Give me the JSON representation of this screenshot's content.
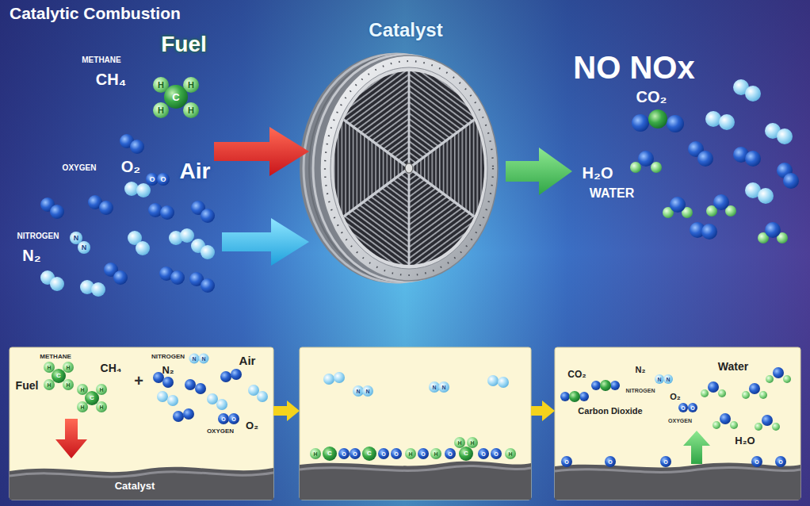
{
  "diagram": {
    "title": "Catalytic Combustion",
    "nodes": [
      {
        "text": [
          "Catalyst"
        ]
      },
      {
        "text": [
          "METHANE",
          "CH₄",
          "Fuel",
          "H",
          "H",
          "C",
          "H",
          "H",
          "H",
          "H",
          "C",
          "H",
          "H",
          "+",
          "NITROGEN",
          "N",
          "N",
          "N₂",
          "Air",
          "O",
          "O",
          "OXYGEN",
          "O₂",
          "Catalyst"
        ]
      },
      {
        "text": [
          "N",
          "N",
          "N",
          "N",
          "H",
          "H",
          "H",
          "C",
          "O",
          "O",
          "C",
          "O",
          "O",
          "H",
          "O",
          "H",
          "O",
          "C",
          "O",
          "O",
          "H"
        ]
      },
      {
        "text": [
          "CO₂",
          "N₂",
          "N",
          "N",
          "NITROGEN",
          "Water",
          "O₂",
          "O",
          "O",
          "Carbon Dioxide",
          "OXYGEN",
          "H₂O",
          "O",
          "O",
          "O",
          "O",
          "O"
        ]
      }
    ],
    "edges": [
      {
        "from": 1,
        "to": 2,
        "arrow": "to"
      },
      {
        "from": 2,
        "to": 3,
        "arrow": "to"
      }
    ],
    "labels": [
      "METHANE",
      "CH₄",
      "Fuel",
      "H",
      "H",
      "C",
      "H",
      "H",
      "OXYGEN",
      "O₂",
      "O",
      "O",
      "Air",
      "NITROGEN",
      "N",
      "N",
      "N₂",
      "NO NOx",
      "CO₂",
      "H₂O",
      "WATER"
    ]
  }
}
